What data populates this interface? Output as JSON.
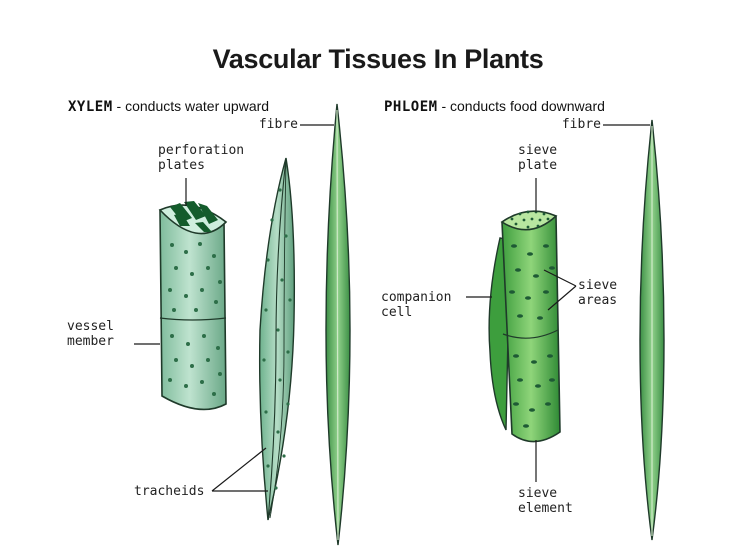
{
  "title": "Vascular Tissues In Plants",
  "xylem": {
    "name": "XYLEM",
    "desc": "- conducts water upward",
    "labels": {
      "fibre": "fibre",
      "perforation_1": "perforation",
      "perforation_2": "plates",
      "vessel_1": "vessel",
      "vessel_2": "member",
      "tracheids": "tracheids"
    }
  },
  "phloem": {
    "name": "PHLOEM",
    "desc": "- conducts food downward",
    "labels": {
      "fibre": "fibre",
      "sieve_plate_1": "sieve",
      "sieve_plate_2": "plate",
      "companion_1": "companion",
      "companion_2": "cell",
      "sieve_areas_1": "sieve",
      "sieve_areas_2": "areas",
      "sieve_element_1": "sieve",
      "sieve_element_2": "element"
    }
  },
  "colors": {
    "outline": "#1f3a2a",
    "xylem_fill": "#a9d6be",
    "xylem_shade": "#5f9f7d",
    "phloem_fill": "#4fb24f",
    "phloem_light": "#9fd886",
    "fibre_fill": "#5fae5f",
    "pit": "#1e5a35"
  }
}
